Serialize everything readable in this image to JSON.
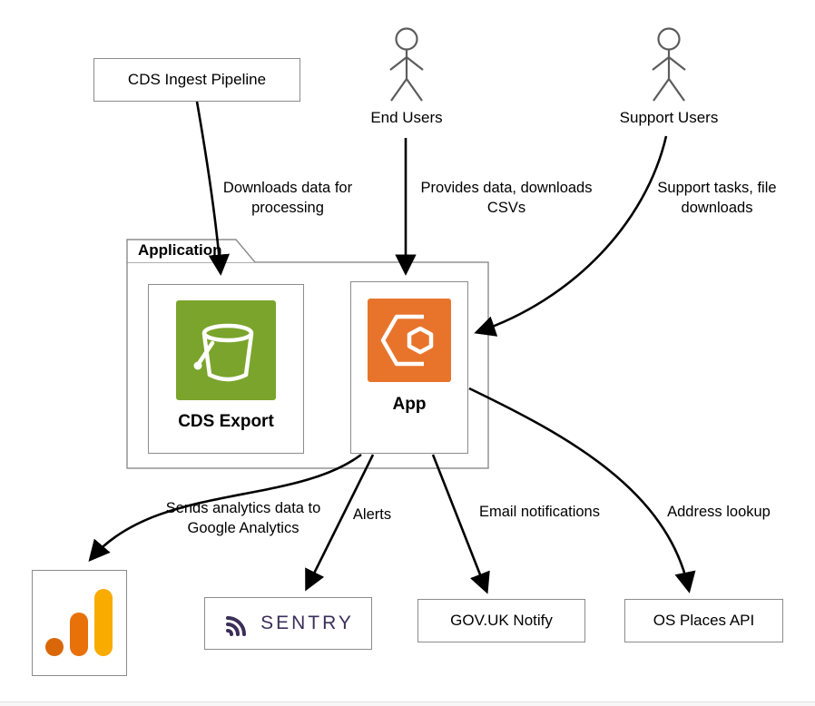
{
  "diagram": {
    "kind": "system-context-diagram",
    "background": "#ffffff"
  },
  "colors": {
    "box_border": "#8c8c8c",
    "arrow": "#000000",
    "actor_stroke": "#5c5c5c",
    "s3_green": "#7aa42c",
    "ecs_orange": "#e8742c",
    "ga_amber": "#f9ab00",
    "ga_orange": "#e8710a",
    "ga_deep_orange": "#d96708",
    "sentry_purple": "#3b2e58"
  },
  "actors": {
    "end_users": {
      "label": "End Users",
      "icon": "person-icon"
    },
    "support_users": {
      "label": "Support Users",
      "icon": "person-icon"
    }
  },
  "nodes": {
    "cds_ingest_pipeline": {
      "label": "CDS Ingest Pipeline"
    },
    "application_boundary": {
      "label": "Application"
    },
    "cds_export": {
      "label": "CDS Export",
      "icon": "aws-s3-bucket-icon"
    },
    "app": {
      "label": "App",
      "icon": "aws-ecs-icon"
    },
    "google_analytics": {
      "label": "",
      "icon": "google-analytics-icon"
    },
    "sentry": {
      "label": "SENTRY",
      "icon": "sentry-logo-icon"
    },
    "govuk_notify": {
      "label": "GOV.UK Notify"
    },
    "os_places_api": {
      "label": "OS Places API"
    }
  },
  "edges": [
    {
      "id": "ingest-to-cds-export",
      "label": "Downloads data for processing"
    },
    {
      "id": "end-users-to-app",
      "label": "Provides data, downloads CSVs"
    },
    {
      "id": "support-users-to-app",
      "label": "Support tasks, file downloads"
    },
    {
      "id": "app-to-google-analytics",
      "label": "Sends analytics data to Google Analytics"
    },
    {
      "id": "app-to-sentry",
      "label": "Alerts"
    },
    {
      "id": "app-to-notify",
      "label": "Email notifications"
    },
    {
      "id": "app-to-os-places",
      "label": "Address lookup"
    }
  ]
}
